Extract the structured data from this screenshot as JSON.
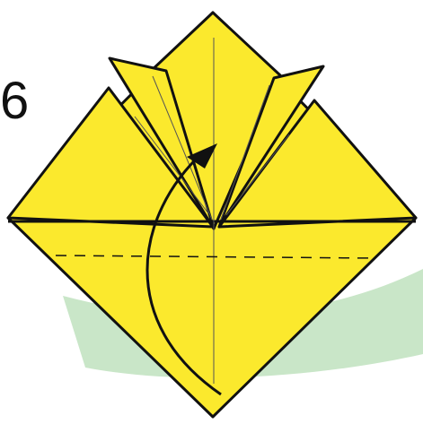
{
  "step": {
    "number": "6"
  },
  "colors": {
    "paper": "#fbe92d",
    "outline": "#111111",
    "background_band": "#c9e6c8",
    "crease": "#555555"
  },
  "fold_instruction": {
    "arrow": "curved-fold-arrow",
    "fold_line": "valley-fold-dashed-line"
  }
}
